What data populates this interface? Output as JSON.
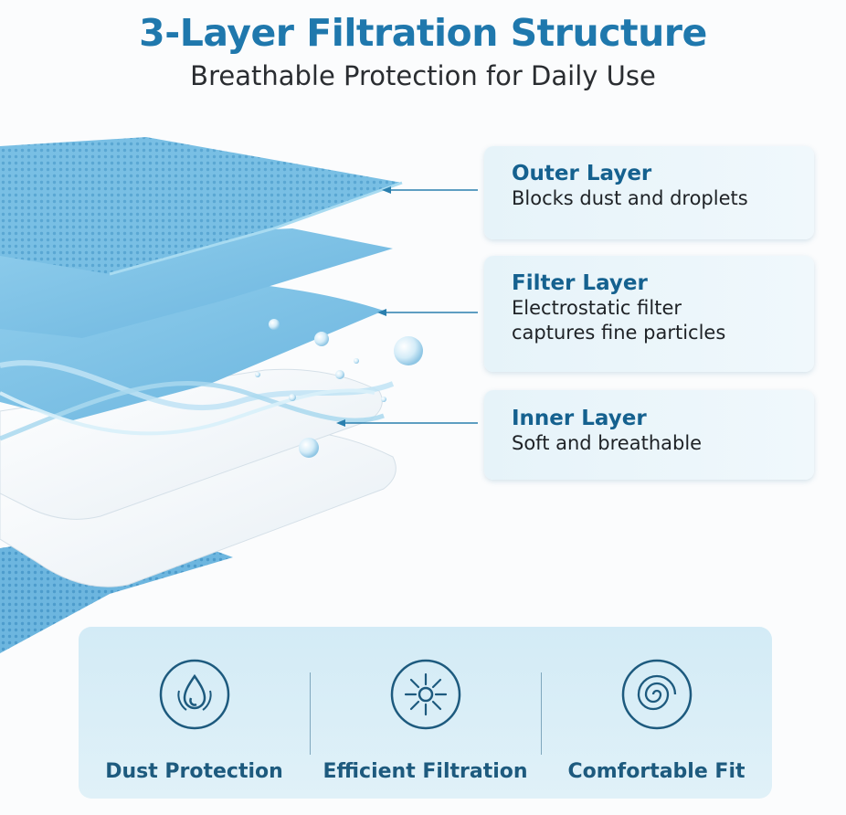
{
  "header": {
    "title": "3-Layer Filtration Structure",
    "subtitle": "Breathable Protection for Daily Use"
  },
  "layers": [
    {
      "name": "Outer Layer",
      "description": "Blocks dust and droplets"
    },
    {
      "name": "Filter Layer",
      "description_lines": [
        "Electrostatic filter",
        "captures fine particles"
      ]
    },
    {
      "name": "Inner Layer",
      "description": "Soft and breathable"
    }
  ],
  "features": [
    {
      "label": "Dust Protection",
      "icon": "droplet-shield-icon"
    },
    {
      "label": "Efficient Filtration",
      "icon": "filter-burst-icon"
    },
    {
      "label": "Comfortable Fit",
      "icon": "spiral-icon"
    }
  ],
  "colors": {
    "title": "#1f78ad",
    "callout_title": "#15618f",
    "feature_label": "#1d5a7e",
    "layer_blue": "#7cc3e8",
    "layer_white": "#f2f6f9"
  }
}
